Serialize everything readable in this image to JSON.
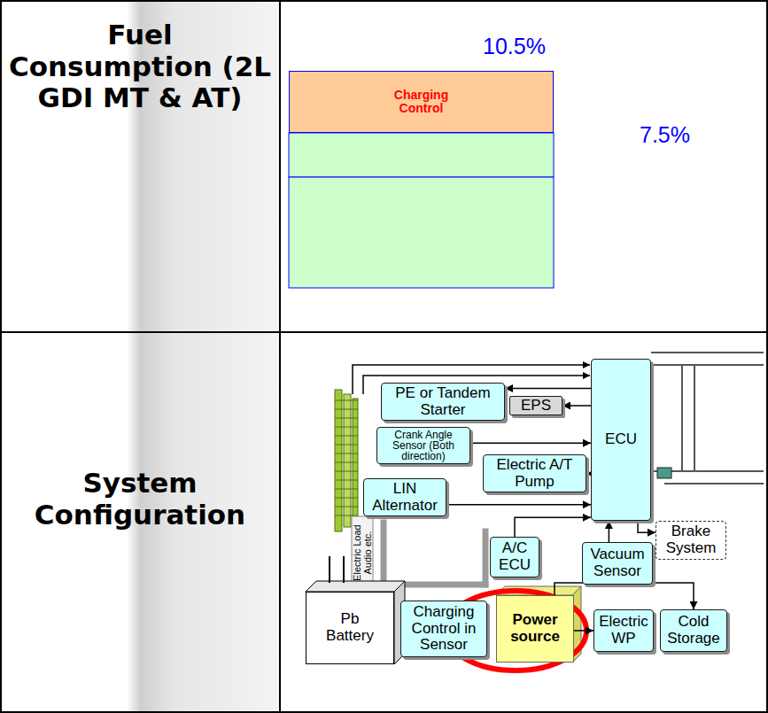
{
  "diagram": {
    "nodes": [
      {
        "text": [
          "Charging Control"
        ]
      },
      {
        "text": [
          "PE or Tandem Starter"
        ]
      },
      {
        "text": [
          "EPS"
        ]
      },
      {
        "text": [
          "ECU"
        ]
      },
      {
        "text": [
          "Crank Angle Sensor (Both direction)"
        ]
      },
      {
        "text": [
          "Electric A/T Pump"
        ]
      },
      {
        "text": [
          "LIN Alternator"
        ]
      },
      {
        "text": [
          "A/C ECU"
        ]
      },
      {
        "text": [
          "Vacuum Sensor"
        ]
      },
      {
        "text": [
          "Brake System"
        ]
      },
      {
        "text": [
          "Pb Battery"
        ]
      },
      {
        "text": [
          "Charging Control in Sensor"
        ]
      },
      {
        "text": [
          "Power source"
        ]
      },
      {
        "text": [
          "Electric WP"
        ]
      },
      {
        "text": [
          "Cold Storage"
        ]
      }
    ],
    "edges": [
      {
        "from": 3,
        "to": 1,
        "arrow": "to"
      },
      {
        "from": 3,
        "to": 2,
        "arrow": "to"
      },
      {
        "from": 4,
        "to": 3,
        "arrow": "to"
      },
      {
        "from": 3,
        "to": 5,
        "arrow": "to"
      },
      {
        "from": 6,
        "to": 3,
        "arrow": "to"
      },
      {
        "from": 7,
        "to": 3,
        "arrow": "to"
      },
      {
        "from": 8,
        "to": 3,
        "arrow": "to"
      },
      {
        "from": 3,
        "to": 9,
        "arrow": "to"
      },
      {
        "from": 12,
        "to": 13,
        "arrow": "to"
      },
      {
        "from": 12,
        "to": 14,
        "arrow": "to"
      }
    ],
    "labels": [
      "Fuel Consumption (2L GDI MT & AT)",
      "System Configuration",
      "10.5%",
      "7.5%",
      "Electric Load Audio etc."
    ]
  }
}
